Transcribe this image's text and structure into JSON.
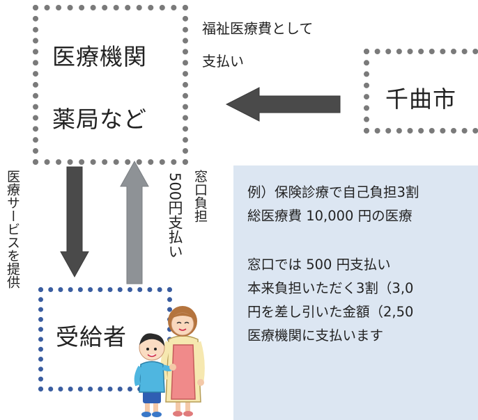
{
  "nodes": {
    "medical": {
      "line1": "医療機関",
      "line2": "薬局など"
    },
    "city": {
      "label": "千曲市"
    },
    "recipient": {
      "label": "受給者"
    }
  },
  "labels": {
    "payment_line1": "福祉医療費として",
    "payment_line2": "支払い",
    "service": "医療サービスを提供",
    "copay_line1": "窓口負担",
    "copay_line2": "500円支払い"
  },
  "note": {
    "lines": [
      "例）保険診療で自己負担3割",
      "総医療費 10,000 円の医療",
      "",
      "窓口では 500 円支払い",
      "本来負担いただく3割（3,0",
      "円を差し引いた金額（2,50",
      "医療機関に支払います"
    ]
  },
  "colors": {
    "box_border": "#7a7a7a",
    "recipient_border": "#3a5da0",
    "arrow_dark": "#4a4a4a",
    "arrow_light": "#8e9296",
    "note_bg": "#dce6f2"
  },
  "icons": [
    "mother-and-child-illustration"
  ]
}
